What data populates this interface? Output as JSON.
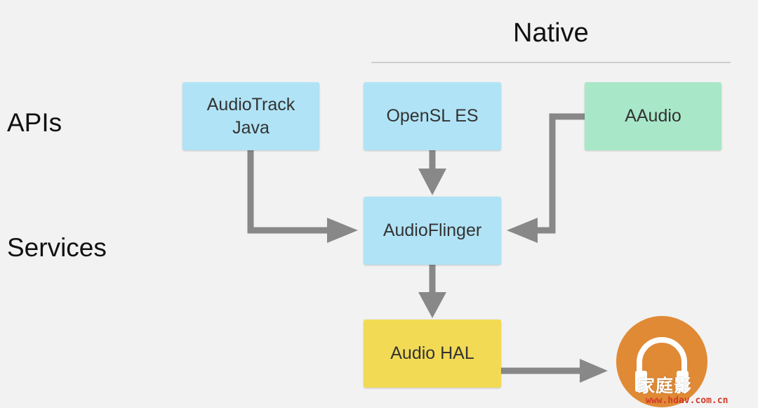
{
  "header": {
    "native_label": "Native"
  },
  "rows": {
    "apis": "APIs",
    "services": "Services"
  },
  "boxes": {
    "audiotrack": {
      "label": "AudioTrack\nJava",
      "color": "#b0e3f5"
    },
    "opensl": {
      "label": "OpenSL ES",
      "color": "#b0e3f5"
    },
    "aaudio": {
      "label": "AAudio",
      "color": "#a8e8c8"
    },
    "flinger": {
      "label": "AudioFlinger",
      "color": "#b0e3f5"
    },
    "hal": {
      "label": "Audio HAL",
      "color": "#f2da55"
    }
  },
  "output_device": {
    "icon": "headphones-icon",
    "color": "#e08a35"
  },
  "watermark": {
    "text": "家庭影",
    "url": "www.hdav.com.cn"
  },
  "colors": {
    "arrow": "#888888",
    "background": "#f2f2f2"
  }
}
